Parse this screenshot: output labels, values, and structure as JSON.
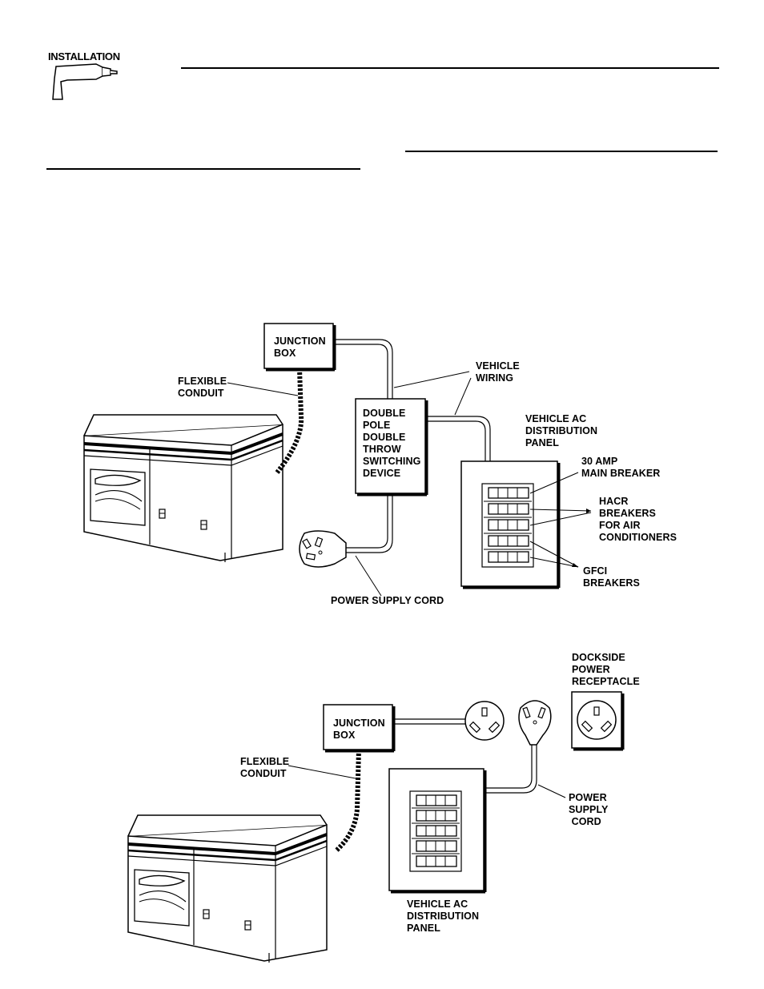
{
  "header": {
    "section_label": "INSTALLATION",
    "icon": "drill-icon"
  },
  "diagram1": {
    "junction_box": "JUNCTION\nBOX",
    "flexible_conduit": "FLEXIBLE\nCONDUIT",
    "vehicle_wiring": "VEHICLE\nWIRING",
    "switching_device": "DOUBLE\nPOLE\nDOUBLE\nTHROW\nSWITCHING\nDEVICE",
    "distribution_panel": "VEHICLE AC\nDISTRIBUTION\nPANEL",
    "main_breaker": "30 AMP\nMAIN BREAKER",
    "hacr_breakers": "HACR\nBREAKERS\nFOR AIR\nCONDITIONERS",
    "gfci_breakers": "GFCI\nBREAKERS",
    "power_supply_cord": "POWER SUPPLY CORD"
  },
  "diagram2": {
    "dockside_receptacle": "DOCKSIDE\nPOWER\nRECEPTACLE",
    "junction_box": "JUNCTION\nBOX",
    "flexible_conduit": "FLEXIBLE\nCONDUIT",
    "power_supply_cord": "POWER\nSUPPLY\n CORD",
    "distribution_panel": "VEHICLE AC\nDISTRIBUTION\nPANEL"
  }
}
